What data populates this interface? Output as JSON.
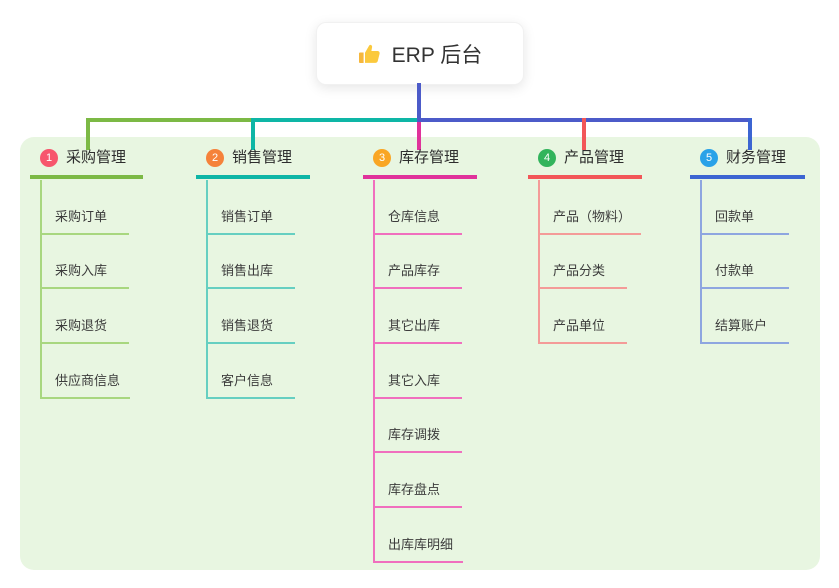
{
  "root": {
    "title": "ERP 后台",
    "icon": "thumbs-up-icon"
  },
  "branches": [
    {
      "index": "1",
      "label": "采购管理",
      "badge_color": "#f7566d",
      "line_color": "#7cb945",
      "child_line_color": "#a8d77f",
      "children": [
        "采购订单",
        "采购入库",
        "采购退货",
        "供应商信息"
      ]
    },
    {
      "index": "2",
      "label": "销售管理",
      "badge_color": "#f5823a",
      "line_color": "#0eb6a6",
      "child_line_color": "#66cfc1",
      "children": [
        "销售订单",
        "销售出库",
        "销售退货",
        "客户信息"
      ]
    },
    {
      "index": "3",
      "label": "库存管理",
      "badge_color": "#f9a624",
      "line_color": "#e0329b",
      "child_line_color": "#f06fbe",
      "children": [
        "仓库信息",
        "产品库存",
        "其它出库",
        "其它入库",
        "库存调拨",
        "库存盘点",
        "出库库明细"
      ]
    },
    {
      "index": "4",
      "label": "产品管理",
      "badge_color": "#32b45c",
      "line_color": "#f25658",
      "child_line_color": "#f49b98",
      "children": [
        "产品（物料）",
        "产品分类",
        "产品单位"
      ]
    },
    {
      "index": "5",
      "label": "财务管理",
      "badge_color": "#2aa2e8",
      "line_color": "#3c65d2",
      "child_line_color": "#8ea6e0",
      "children": [
        "回款单",
        "付款单",
        "结算账户"
      ]
    }
  ],
  "colors": {
    "panel_bg": "#e8f6e1",
    "stem_blue": "#4c5bc9",
    "segment_green": "#7cb945",
    "segment_teal": "#0eb6a6",
    "segment_blue": "#4c5bc9",
    "thumb_gold": "#fbc93d",
    "thumb_sleeve": "#f6b73c"
  }
}
